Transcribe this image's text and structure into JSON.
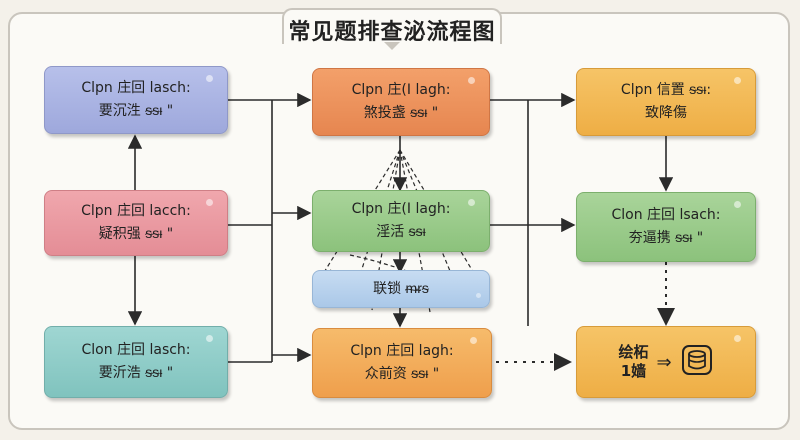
{
  "title": "常见题排查泌流程图",
  "nodes": {
    "left_top": {
      "l1": "Clpn 庄回 lasch:",
      "l2": "要沉泩 ᵴᵴᵼ \""
    },
    "left_mid": {
      "l1": "Clpn 庄回 lacch:",
      "l2": "疑积强 ᵴᵴᵼ \""
    },
    "left_bot": {
      "l1": "Clon 庄回 lasch:",
      "l2": "要沂浩 ᵴᵴᵼ \""
    },
    "mid_top": {
      "l1": "Clpn 庄(I lagh:",
      "l2": "煞投盏 ᵴᵴᵼ \""
    },
    "mid_mid": {
      "l1": "Clpn 庄(I lagh:",
      "l2": "淫活 ᵴᵴᵼ"
    },
    "mid_sub": {
      "l1": "联锁 ᵯᵲᵴ"
    },
    "mid_bot": {
      "l1": "Clpn 庄回 lagh:",
      "l2": "众前资 ᵴᵴᵼ \""
    },
    "right_top": {
      "l1": "Clpn 信置 ᵴᵴᵼ:",
      "l2": "致降傷"
    },
    "right_mid": {
      "l1": "Clon 庄回 lsach:",
      "l2": "夯逼携 ᵴᵴᵼ \""
    },
    "right_bot": {
      "l1": "绘柘",
      "l2": "1嫱",
      "arrow": "⇒"
    }
  },
  "colors": {
    "blue": "#a9b2e3",
    "pink": "#ea99a1",
    "teal": "#8fcdc8",
    "orange": "#ec935d",
    "green": "#9ccb8b",
    "light_blue": "#b8d2ee",
    "yellow_orange": "#f2b956",
    "line": "#2b2b2b"
  },
  "icons": {
    "final_icon": "database-icon"
  }
}
